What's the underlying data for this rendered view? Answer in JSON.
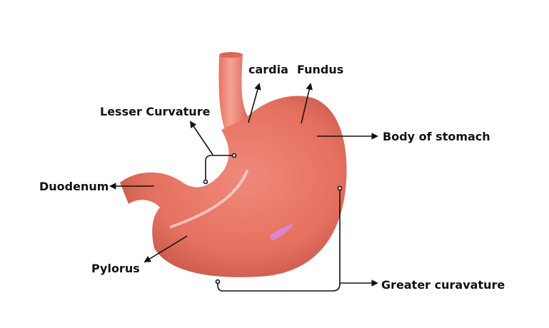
{
  "labels": {
    "cardia": "cardia",
    "fundus": "Fundus",
    "lesser_curvature": "Lesser Curvature",
    "body": "Body of stomach",
    "duodenum": "Duodenum",
    "pylorus": "Pylorus",
    "greater_curvature": "Greater curavature"
  },
  "colors": {
    "stomach": "#e8776a",
    "line": "#111111"
  }
}
